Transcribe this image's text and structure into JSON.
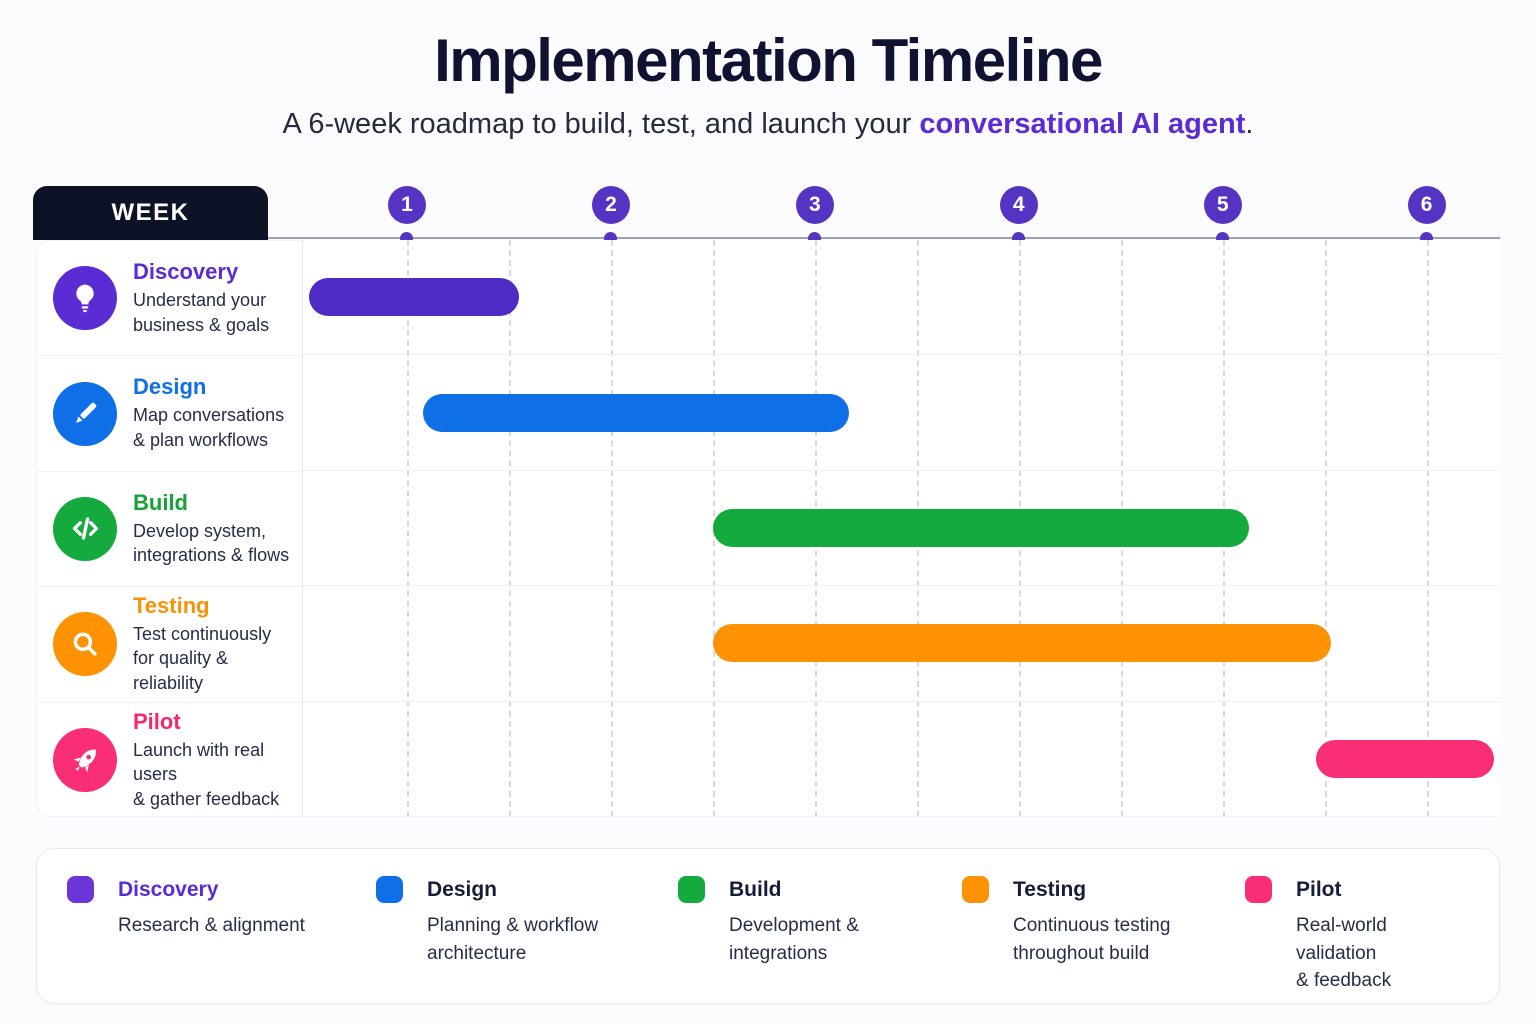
{
  "header": {
    "title": "Implementation Timeline",
    "subtitle_prefix": "A 6-week roadmap to build, test, and launch your ",
    "subtitle_highlight": "conversational AI agent",
    "subtitle_suffix": "."
  },
  "timeline": {
    "week_label": "WEEK",
    "week_markers": [
      {
        "label": "1",
        "week": 1
      },
      {
        "label": "2",
        "week": 2
      },
      {
        "label": "3",
        "week": 3
      },
      {
        "label": "4",
        "week": 4
      },
      {
        "label": "5",
        "week": 5
      },
      {
        "label": "6",
        "week": 6
      }
    ]
  },
  "chart_data": {
    "type": "bar",
    "subtype": "gantt-timeline",
    "title": "Implementation Timeline",
    "xlabel": "WEEK",
    "x_ticks": [
      "1",
      "2",
      "3",
      "4",
      "5",
      "6"
    ],
    "xlim": [
      0.49,
      6.36
    ],
    "gridline_weeks": [
      1,
      1.5,
      2,
      2.5,
      3,
      3.5,
      4,
      4.5,
      5,
      5.5,
      6
    ],
    "grid": "vertical dashed half-week lines",
    "legend_position": "bottom",
    "tasks": [
      {
        "name": "Discovery",
        "start_week": 0.52,
        "end_week": 1.55
      },
      {
        "name": "Design",
        "start_week": 1.08,
        "end_week": 3.17
      },
      {
        "name": "Build",
        "start_week": 2.5,
        "end_week": 5.13
      },
      {
        "name": "Testing",
        "start_week": 2.5,
        "end_week": 5.53
      },
      {
        "name": "Pilot",
        "start_week": 5.46,
        "end_week": 6.33
      }
    ]
  },
  "rows": [
    {
      "title": "Discovery",
      "description": "Understand your business & goals",
      "description_lines": [
        "Understand your",
        "business & goals"
      ],
      "icon": "lightbulb-icon",
      "bar_color": "#4E2BC5",
      "accent_color": "#5B2BD6",
      "icon_bg": "#5B2BD3"
    },
    {
      "title": "Design",
      "description": "Map conversations & plan workflows",
      "description_lines": [
        "Map conversations",
        "& plan workflows"
      ],
      "icon": "pencil-icon",
      "bar_color": "#0F6FE6",
      "accent_color": "#0F6FE6",
      "icon_bg": "#0F6FE6"
    },
    {
      "title": "Build",
      "description": "Develop system, integrations & flows",
      "description_lines": [
        "Develop system,",
        "integrations & flows"
      ],
      "icon": "code-icon",
      "bar_color": "#14AA3E",
      "accent_color": "#16A336",
      "icon_bg": "#14AA3E"
    },
    {
      "title": "Testing",
      "description": "Test continuously for quality & reliability",
      "description_lines": [
        "Test continuously",
        "for quality & reliability"
      ],
      "icon": "magnifier-icon",
      "bar_color": "#FF9203",
      "accent_color": "#F99204",
      "icon_bg": "#FF9203"
    },
    {
      "title": "Pilot",
      "description": "Launch with real users & gather feedback",
      "description_lines": [
        "Launch with real users",
        "& gather feedback"
      ],
      "icon": "rocket-icon",
      "bar_color": "#FA2D77",
      "accent_color": "#F8256F",
      "icon_bg": "#FA2D77"
    }
  ],
  "legend": {
    "items": [
      {
        "title": "Discovery",
        "description": "Research & alignment",
        "description_lines": [
          "Research & alignment"
        ],
        "swatch_color": "#6B35D8",
        "title_color": "#5B2BD6"
      },
      {
        "title": "Design",
        "description": "Planning & workflow architecture",
        "description_lines": [
          "Planning & workflow",
          "architecture"
        ],
        "swatch_color": "#0F6FE6",
        "title_color": "#171C38"
      },
      {
        "title": "Build",
        "description": "Development & integrations",
        "description_lines": [
          "Development &",
          "integrations"
        ],
        "swatch_color": "#14AA3E",
        "title_color": "#171C38"
      },
      {
        "title": "Testing",
        "description": "Continuous testing throughout build",
        "description_lines": [
          "Continuous testing",
          "throughout build"
        ],
        "swatch_color": "#FF9203",
        "title_color": "#171C38"
      },
      {
        "title": "Pilot",
        "description": "Real-world validation & feedback",
        "description_lines": [
          "Real-world validation",
          "& feedback"
        ],
        "swatch_color": "#FA2D77",
        "title_color": "#171C38"
      }
    ]
  },
  "colors": {
    "accent_purple": "#5B2BD6",
    "week_circle": "#5534C4",
    "heading_text": "#0F1331",
    "body_text": "#262D4B",
    "axis_line": "#9AA1B4",
    "gridline": "#D8D9E3",
    "week_box_bg": "#0D1227"
  }
}
